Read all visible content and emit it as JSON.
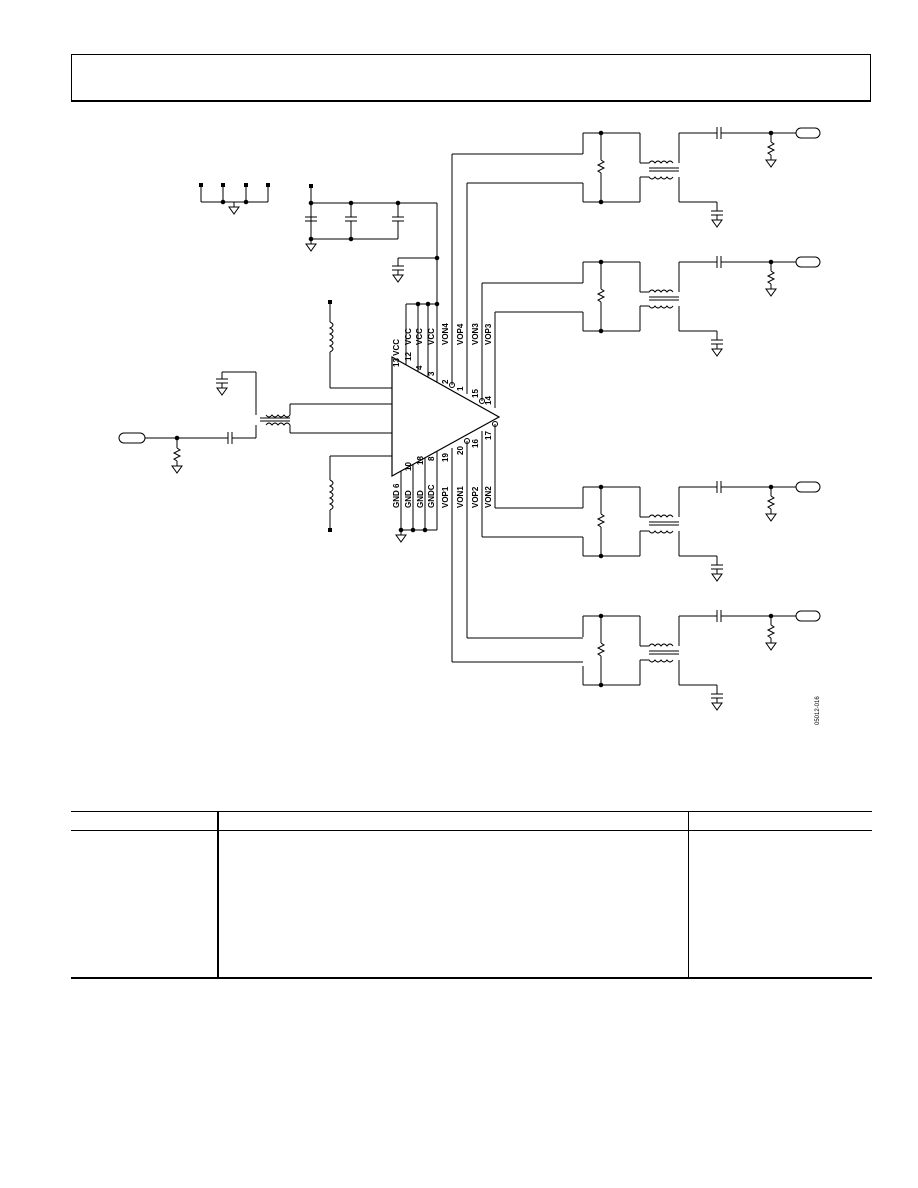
{
  "figure_id": "05012-016",
  "chip": {
    "pin_labels_top": [
      {
        "num": "13",
        "name": "VCC"
      },
      {
        "num": "12",
        "name": "VCC"
      },
      {
        "num": "4",
        "name": "VCC"
      },
      {
        "num": "3",
        "name": "VCC"
      },
      {
        "num": "2",
        "name": "VON4"
      },
      {
        "num": "1",
        "name": "VOP4"
      },
      {
        "num": "15",
        "name": "VON3"
      },
      {
        "num": "14",
        "name": "VOP3"
      }
    ],
    "pin_labels_bottom": [
      {
        "num": "6",
        "name": "GND"
      },
      {
        "num": "10",
        "name": "GND"
      },
      {
        "num": "18",
        "name": "GND"
      },
      {
        "num": "8",
        "name": "GNDC"
      },
      {
        "num": "19",
        "name": "VOP1"
      },
      {
        "num": "20",
        "name": "VON1"
      },
      {
        "num": "16",
        "name": "VOP2"
      },
      {
        "num": "17",
        "name": "VON2"
      }
    ]
  },
  "table": {
    "columns": [
      "",
      "",
      ""
    ],
    "rows": []
  }
}
